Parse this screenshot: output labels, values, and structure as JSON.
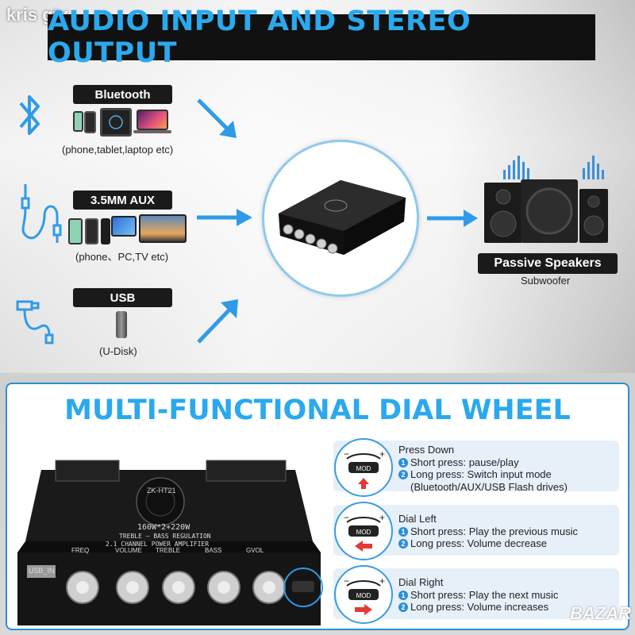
{
  "watermark": "kris gtx",
  "header": {
    "title": "AUDIO INPUT AND STEREO OUTPUT"
  },
  "inputs": {
    "bluetooth": {
      "label": "Bluetooth",
      "caption": "(phone,tablet,laptop etc)"
    },
    "aux": {
      "label": "3.5MM AUX",
      "caption": "(phone、PC,TV etc)"
    },
    "usb": {
      "label": "USB",
      "caption": "(U-Disk)"
    }
  },
  "output": {
    "label": "Passive Speakers",
    "caption": "Subwoofer"
  },
  "amplifier": {
    "model": "ZK-HT21",
    "power_text": "160W*2+220W",
    "subtitle1": "TREBLE — BASS REGULATION",
    "subtitle2": "2.1 CHANNEL POWER AMPLIFIER",
    "usb_port": "USB_IN",
    "knobs": [
      "FREQ",
      "VOLUME",
      "TREBLE",
      "BASS",
      "GVOL"
    ],
    "dial": "MOD"
  },
  "dial_section": {
    "title": "MULTI-FUNCTIONAL DIAL WHEEL",
    "items": [
      {
        "heading": "Press Down",
        "lines": [
          "Short press: pause/play",
          "Long press: Switch input mode",
          "(Bluetooth/AUX/USB Flash drives)"
        ],
        "numbers": [
          "1",
          "2"
        ]
      },
      {
        "heading": "Dial Left",
        "lines": [
          "Short press: Play the previous music",
          "Long press: Volume decrease"
        ],
        "numbers": [
          "1",
          "2"
        ]
      },
      {
        "heading": "Dial Right",
        "lines": [
          "Short press: Play the next music",
          "Long press: Volume increases"
        ],
        "numbers": [
          "1",
          "2"
        ]
      }
    ]
  },
  "footer_watermark": "BAZAR",
  "colors": {
    "accent": "#2aa9ee",
    "arrow": "#2f9be8",
    "dark": "#111111",
    "red": "#e53935"
  }
}
